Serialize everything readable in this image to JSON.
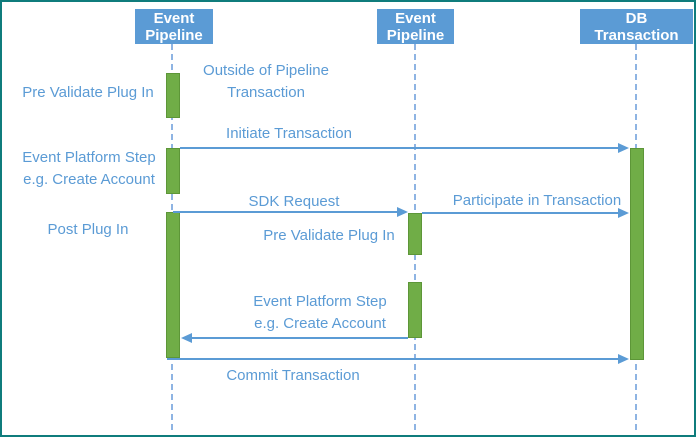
{
  "diagram_type": "sequence-diagram",
  "colors": {
    "header_fill": "#5b9bd5",
    "header_text": "#ffffff",
    "label_text": "#5b9bd5",
    "arrow": "#5b9bd5",
    "activation_fill": "#70ad47",
    "activation_border": "#5d9638",
    "lifeline_dash": "#8eb4e3",
    "canvas_border": "#0f7c7c",
    "background": "#ffffff"
  },
  "lifelines": [
    {
      "name": "event-pipeline-1",
      "line1": "Event",
      "line2": "Pipeline"
    },
    {
      "name": "event-pipeline-2",
      "line1": "Event",
      "line2": "Pipeline"
    },
    {
      "name": "db-transaction",
      "line1": "DB",
      "line2": "Transaction"
    }
  ],
  "left_labels": [
    {
      "line1": "Pre Validate Plug In",
      "line2": ""
    },
    {
      "line1": "Event Platform Step",
      "line2": "e.g. Create Account"
    },
    {
      "line1": "Post Plug In",
      "line2": ""
    }
  ],
  "annotations": [
    {
      "line1": "Outside of Pipeline",
      "line2": "Transaction"
    },
    {
      "line1": "Pre Validate Plug In",
      "line2": ""
    },
    {
      "line1": "Event Platform Step",
      "line2": "e.g. Create Account"
    }
  ],
  "messages": [
    {
      "label": "Initiate Transaction",
      "from": "event-pipeline-1",
      "to": "db-transaction",
      "direction": "right"
    },
    {
      "label": "SDK Request",
      "from": "event-pipeline-1",
      "to": "event-pipeline-2",
      "direction": "right"
    },
    {
      "label": "Participate in Transaction",
      "from": "event-pipeline-2",
      "to": "db-transaction",
      "direction": "right"
    },
    {
      "label": "",
      "from": "event-pipeline-2",
      "to": "event-pipeline-1",
      "direction": "left"
    },
    {
      "label": "Commit Transaction",
      "from": "event-pipeline-1",
      "to": "db-transaction",
      "direction": "right"
    }
  ]
}
